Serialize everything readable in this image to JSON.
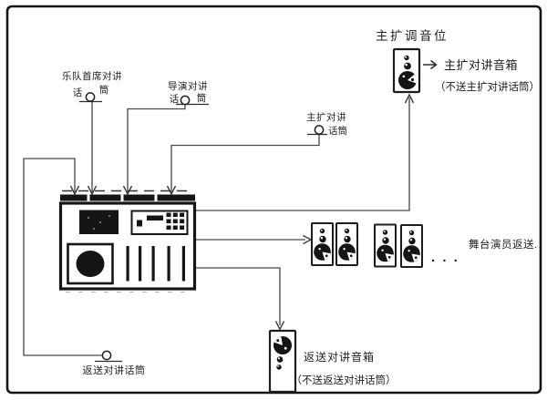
{
  "page": {
    "background": "#ffffff",
    "frame_color": "#141414"
  },
  "colors": {
    "ink": "#1f1f1f",
    "wire": "#4b4b4b",
    "device_fill": "#151515",
    "paper": "#ffffff"
  },
  "icons": {
    "main_speaker_arrow": "arrow-right",
    "microphone_symbol": "small-circle-mic",
    "speaker_symbol": "speaker-cabinet"
  },
  "nodes": {
    "main_mix_position_label": "主扩调音位",
    "main_speaker": {
      "label": "主扩对讲音箱",
      "note": "（不送主扩对讲话筒）"
    },
    "mic_concertmaster": {
      "line1": "乐队首席对讲",
      "line2_left": "话",
      "line2_right": "筒"
    },
    "mic_director": {
      "line1": "导演对讲",
      "line2_left": "话",
      "line2_right": "筒"
    },
    "mic_main_pa": {
      "line1": "主扩对讲",
      "line2": "话筒"
    },
    "mic_foldback": {
      "label": "返送对讲话筒"
    },
    "stage_monitors": {
      "ellipsis": ". . .",
      "label": "舞台演员返送."
    },
    "foldback_speaker": {
      "label": "返送对讲音箱",
      "note": "（不送返送对讲话筒）"
    }
  }
}
